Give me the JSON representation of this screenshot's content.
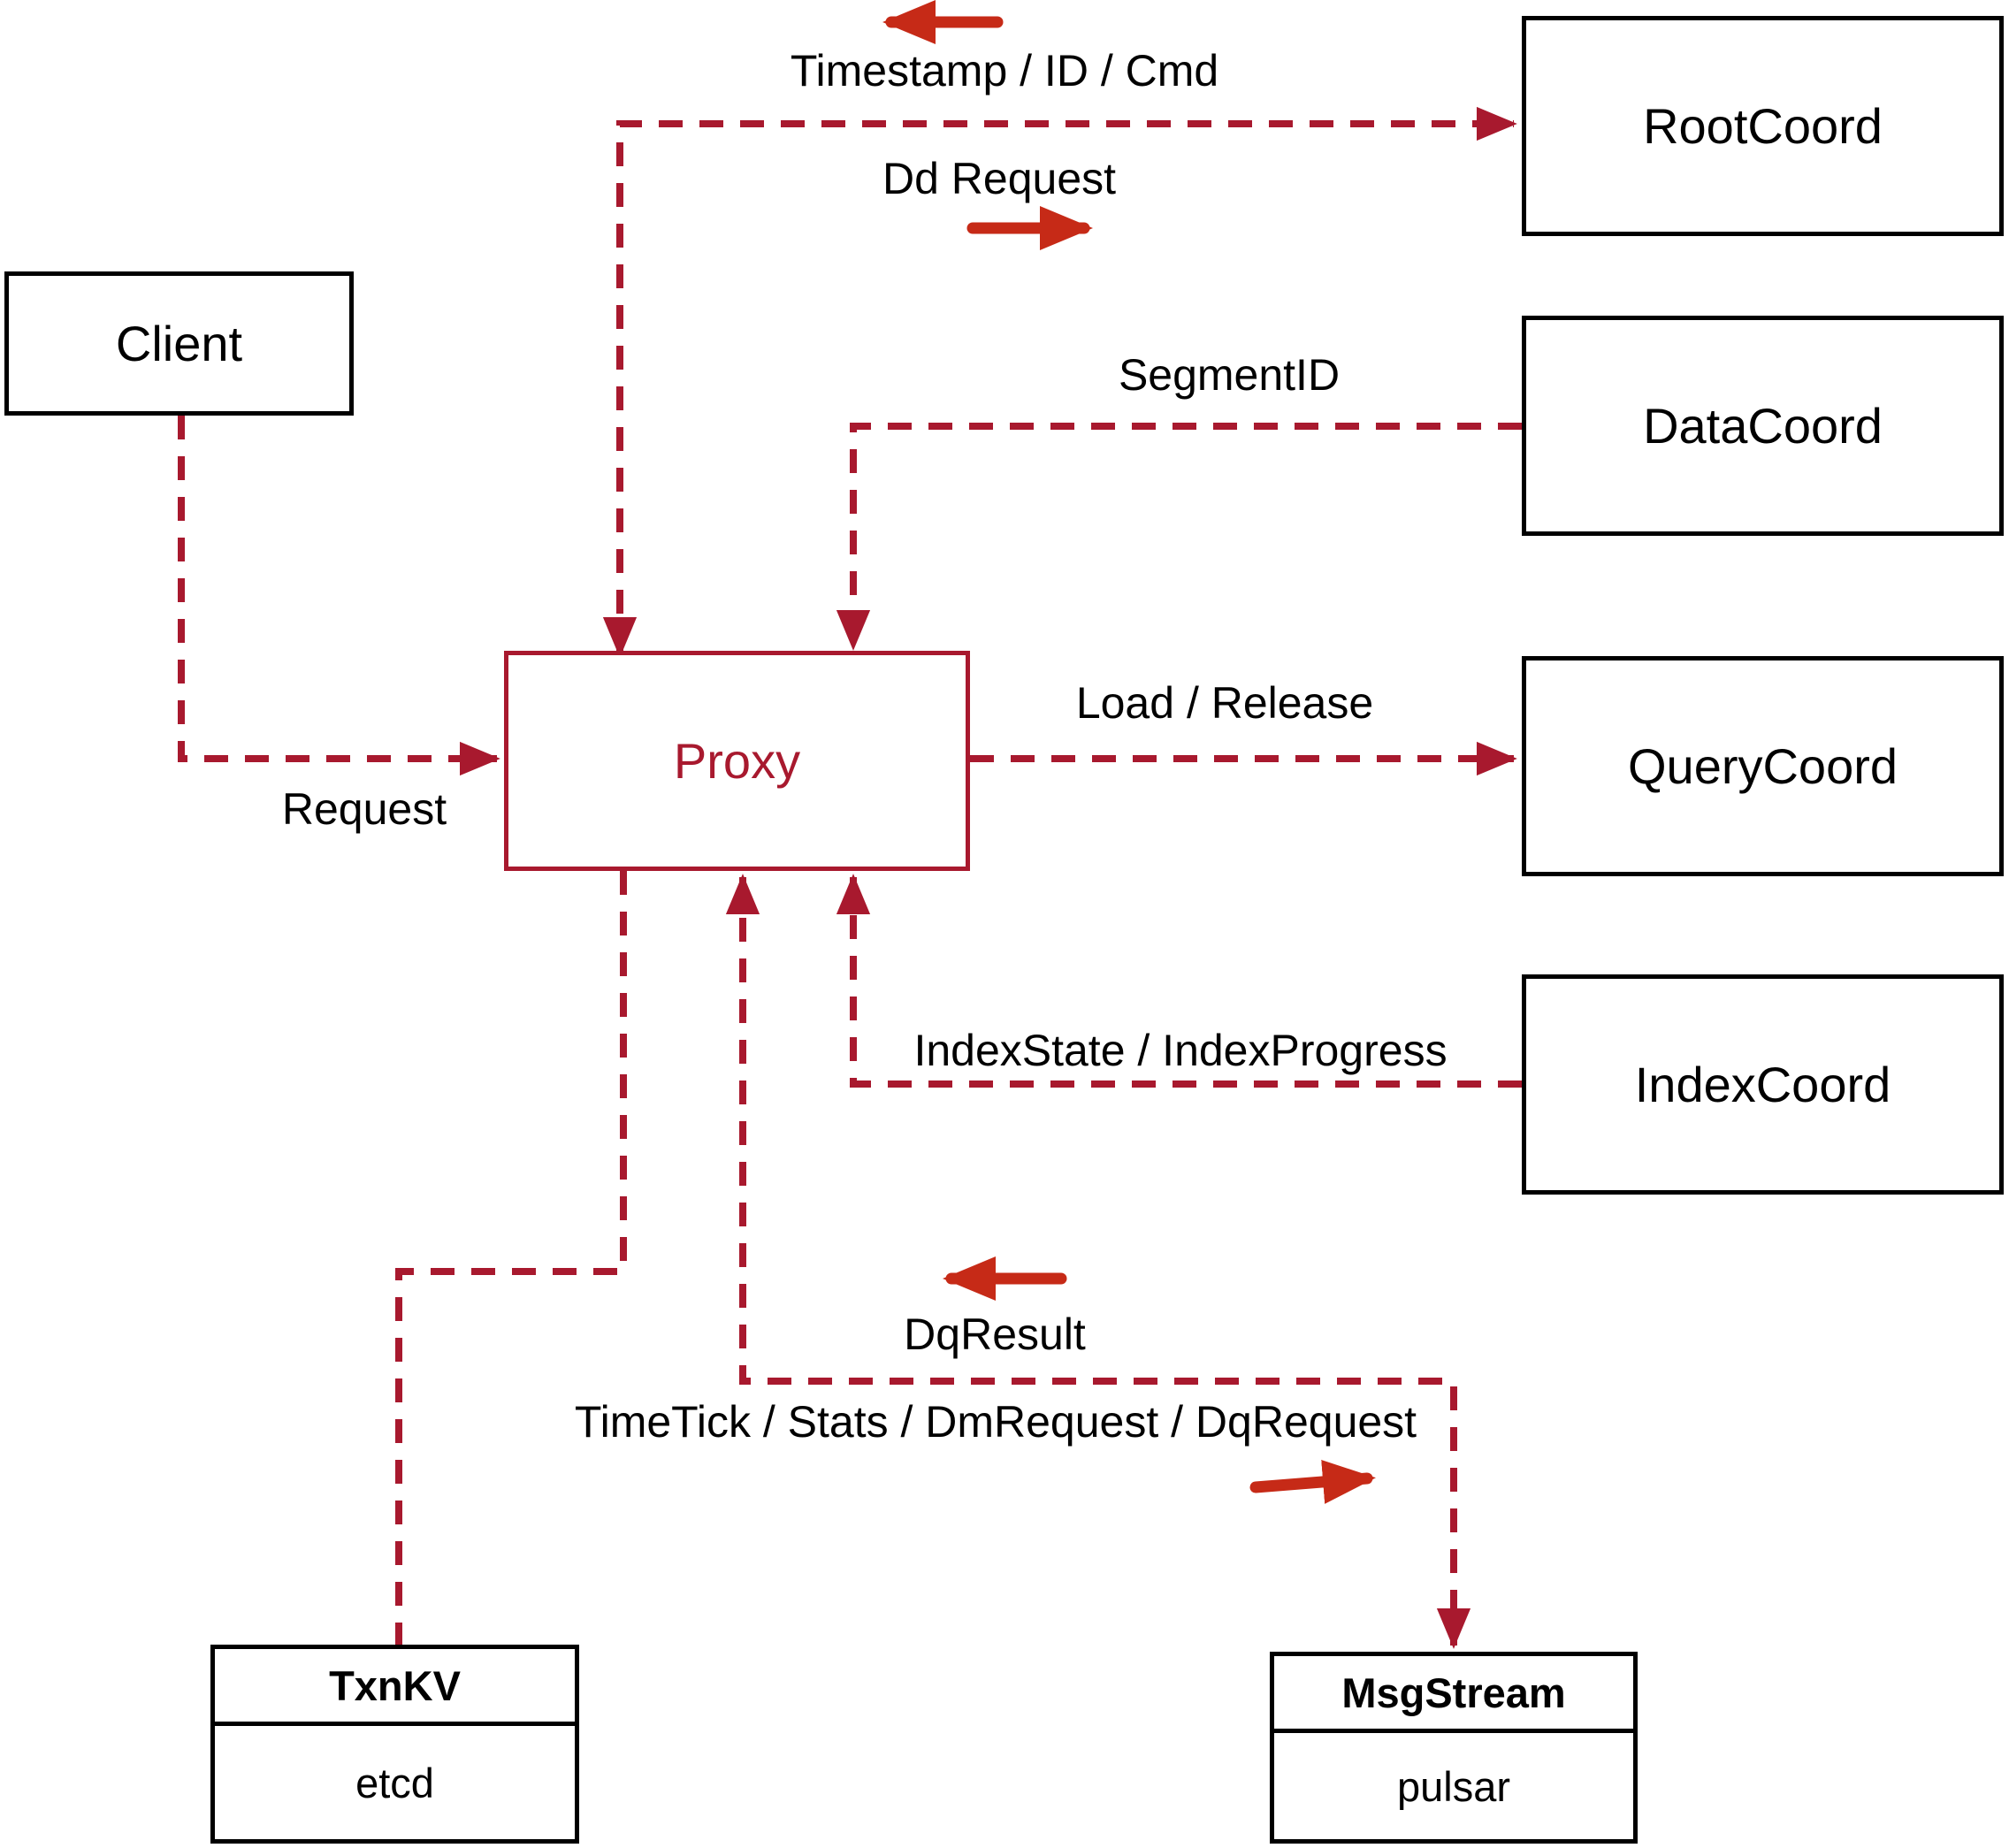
{
  "diagram": {
    "nodes": {
      "client": {
        "label": "Client"
      },
      "proxy": {
        "label": "Proxy"
      },
      "root_coord": {
        "label": "RootCoord"
      },
      "data_coord": {
        "label": "DataCoord"
      },
      "query_coord": {
        "label": "QueryCoord"
      },
      "index_coord": {
        "label": "IndexCoord"
      },
      "txn_kv": {
        "title": "TxnKV",
        "impl": "etcd"
      },
      "msg_stream": {
        "title": "MsgStream",
        "impl": "pulsar"
      }
    },
    "edge_labels": {
      "timestamp_id_cmd": "Timestamp / ID / Cmd",
      "dd_request": "Dd Request",
      "segment_id": "SegmentID",
      "request": "Request",
      "load_release": "Load / Release",
      "index_state": "IndexState / IndexProgress",
      "dq_result": "DqResult",
      "time_tick": "TimeTick / Stats / DmRequest / DqRequest"
    },
    "colors": {
      "connector": "#A8192E",
      "solid_arrow": "#C62A17",
      "box_border": "#000000",
      "text": "#000000",
      "proxy_accent": "#A8192E",
      "background": "#FFFFFF"
    }
  }
}
